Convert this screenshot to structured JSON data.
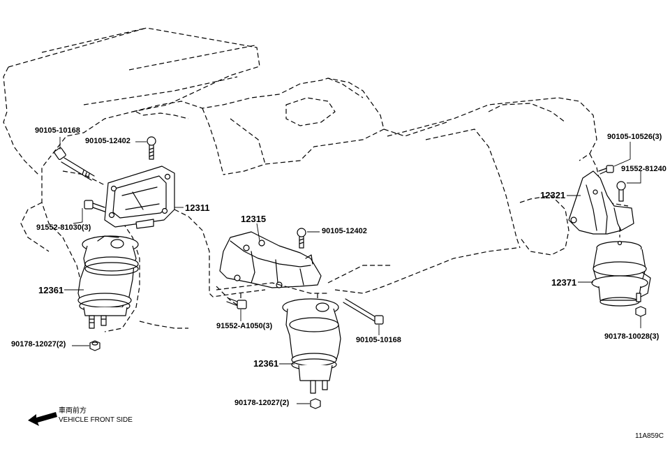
{
  "labels": {
    "bolt_top_left": "90105-10168",
    "bolt_plate": "90105-12402",
    "bracket_plate": "12311",
    "bolt_lower_left": "91552-81030(3)",
    "mount_left": "12361",
    "nut_left": "90178-12027(2)",
    "bracket_center": "12315",
    "bolt_center_top": "90105-12402",
    "bolt_center_left": "91552-A1050(3)",
    "bolt_center_right": "90105-10168",
    "mount_center": "12361",
    "nut_center": "90178-12027(2)",
    "bolt_right_top": "90105-10526(3)",
    "bolt_right_mid": "91552-81240",
    "bracket_right": "12321",
    "mount_right": "12371",
    "nut_right": "90178-10028(3)"
  },
  "direction": {
    "japanese": "車両前方",
    "english": "VEHICLE FRONT SIDE",
    "icon": "arrow-left-icon"
  },
  "drawing_code": "11A859C"
}
